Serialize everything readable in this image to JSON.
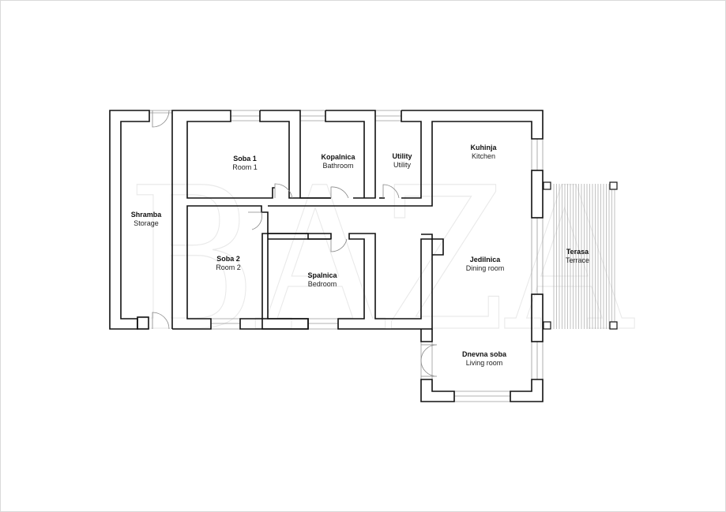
{
  "watermark": "BAZA",
  "rooms": [
    {
      "id": "shramba",
      "name": "Shramba",
      "subtitle": "Storage"
    },
    {
      "id": "soba1",
      "name": "Soba 1",
      "subtitle": "Room 1"
    },
    {
      "id": "kopalnica",
      "name": "Kopalnica",
      "subtitle": "Bathroom"
    },
    {
      "id": "utility",
      "name": "Utility",
      "subtitle": "Utility"
    },
    {
      "id": "kuhinja",
      "name": "Kuhinja",
      "subtitle": "Kitchen"
    },
    {
      "id": "soba2",
      "name": "Soba 2",
      "subtitle": "Room 2"
    },
    {
      "id": "spalnica",
      "name": "Spalnica",
      "subtitle": "Bedroom"
    },
    {
      "id": "jedilnica",
      "name": "Jedilnica",
      "subtitle": "Dining room"
    },
    {
      "id": "terasa",
      "name": "Terasa",
      "subtitle": "Terrace"
    },
    {
      "id": "dnevna",
      "name": "Dnevna soba",
      "subtitle": "Living room"
    }
  ]
}
